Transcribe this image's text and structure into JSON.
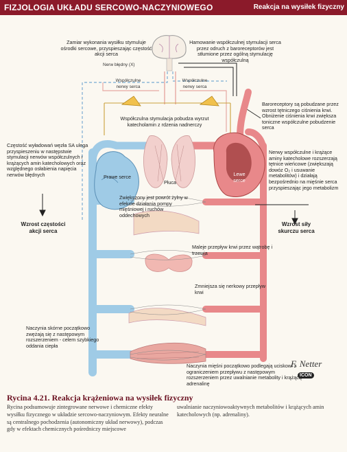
{
  "header": {
    "title": "FIZJOLOGIA UKŁADU SERCOWO-NACZYNIOWEGO",
    "section": "Reakcja na wysiłek fizyczny"
  },
  "labels": {
    "brain": "Zamiar wykonania wysiłku stymuluje ośrodki sercowe, przyspieszając częstość akcji serca",
    "baro_top": "Hamowanie współczulnej stymulacji serca przez odruch z baroreceptorów jest stłumione przez ogólną stymulację współczulną",
    "vagus": "Nerw błędny (X)",
    "symp_left": "Współczulne nerwy serca",
    "symp_right": "Współczulne nerwy serca",
    "adrenal": "Współczulna stymulacja pobudza wyrzut katecholamin z rdzenia nadnerczy",
    "baro_right": "Baroreceptory są pobudzane przez wzrost tętniczego ciśnienia krwi. Obniżenie ciśnienia krwi zwiększa toniczne współczulne pobudzenie serca",
    "sa_node": "Częstość wyładowań węzła SA ulega przyspieszeniu w następstwie stymulacji nerwów współczulnych i krążących amin katecholowych oraz względnego osłabienia napięcia nerwów błędnych",
    "right_heart": "Prawe serce",
    "lungs": "Płuca",
    "left_heart": "Lewe serce",
    "venous_return": "Zwiększony jest powrót żylny w efekcie działania pompy mięśniowej i ruchów oddechowych",
    "coronary": "Nerwy współczulne i krążące aminy katecholowe rozszerzają tętnice wieńcowe (zwiększają dowóz O₂ i usuwanie metabolitów) i działają bezpośrednio na mięśnie serca przyspieszając jego metabolizm",
    "heart_rate": "Wzrost częstości akcji serca",
    "stroke": "Wzrost siły skurczu serca",
    "liver": "Maleje przepływ krwi przez wątrobę i trzewia",
    "kidney": "Zmniejsza się nerkowy przepływ krwi",
    "skin": "Naczynia skórne początkowo zwężają się z następowym rozszerzeniem - celem szybkiego oddania ciepła",
    "muscle": "Naczynia mięśni początkowo podlegają uciskowi z ograniczeniem przepływu z następowym rozszerzeniem przez uwalnianie metabolity i krążącą adrenalinę"
  },
  "signature": "F. Netter",
  "badge": "ICON",
  "caption": {
    "title": "Rycina 4.21. Reakcja krążeniowa na wysiłek fizyczny",
    "col1": "Rycina podsumowuje zintegrowane nerwowe i chemiczne efekty wysiłku fizycznego w układzie sercowo-naczyniowym. Efekty neuralne są centralnego pochodzenia (autonomiczny układ nerwowy), podczas gdy w efektach chemicznych pośredniczy miejscowe",
    "col2": "uwalnianie naczyniowoaktywnych metabolitów i krążących amin katecholowych (np. adrenaliny)."
  },
  "colors": {
    "header": "#8b1a2a",
    "arterial": "#e8888a",
    "venous": "#9fcbe6",
    "nerve_pink": "#e7a9a3",
    "nerve_dash": "#8db7d8",
    "adrenal": "#f1c14d"
  }
}
